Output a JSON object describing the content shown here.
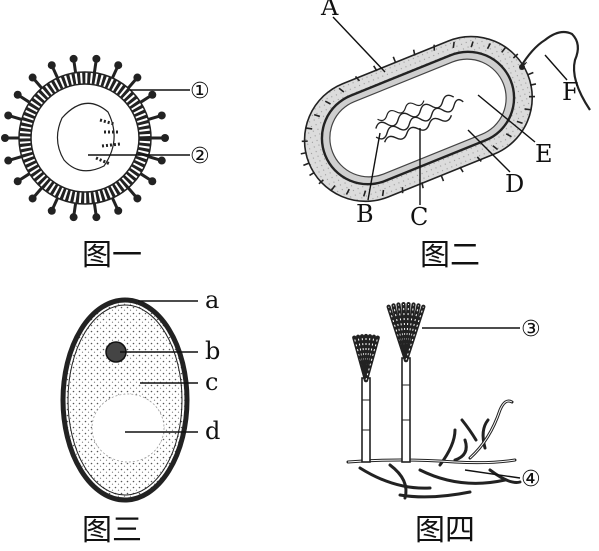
{
  "fig1": {
    "caption": "图一",
    "labels": [
      "①",
      "②"
    ]
  },
  "fig2": {
    "caption": "图二",
    "labels": [
      "A",
      "B",
      "C",
      "D",
      "E",
      "F"
    ]
  },
  "fig3": {
    "caption": "图三",
    "labels": [
      "a",
      "b",
      "c",
      "d"
    ]
  },
  "fig4": {
    "caption": "图四",
    "labels": [
      "③",
      "④"
    ]
  }
}
